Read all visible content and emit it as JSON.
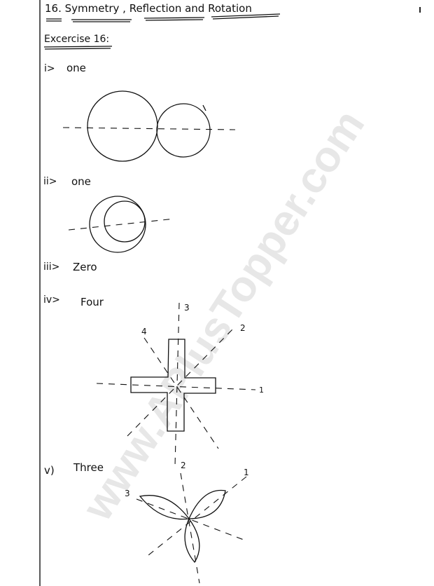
{
  "page": {
    "title": "16. Symmetry , Reflection and Rotation",
    "exercise": "Excercise 16:",
    "watermark": "www.APlusTopper.com"
  },
  "answers": [
    {
      "num": "i>",
      "text": "one"
    },
    {
      "num": "ii>",
      "text": "one"
    },
    {
      "num": "iii>",
      "text": "Zero"
    },
    {
      "num": "iv>",
      "text": "Four",
      "axis_labels": [
        "1",
        "2",
        "3",
        "4"
      ]
    },
    {
      "num": "v)",
      "text": "Three",
      "axis_labels": [
        "1",
        "2",
        "3"
      ]
    }
  ]
}
